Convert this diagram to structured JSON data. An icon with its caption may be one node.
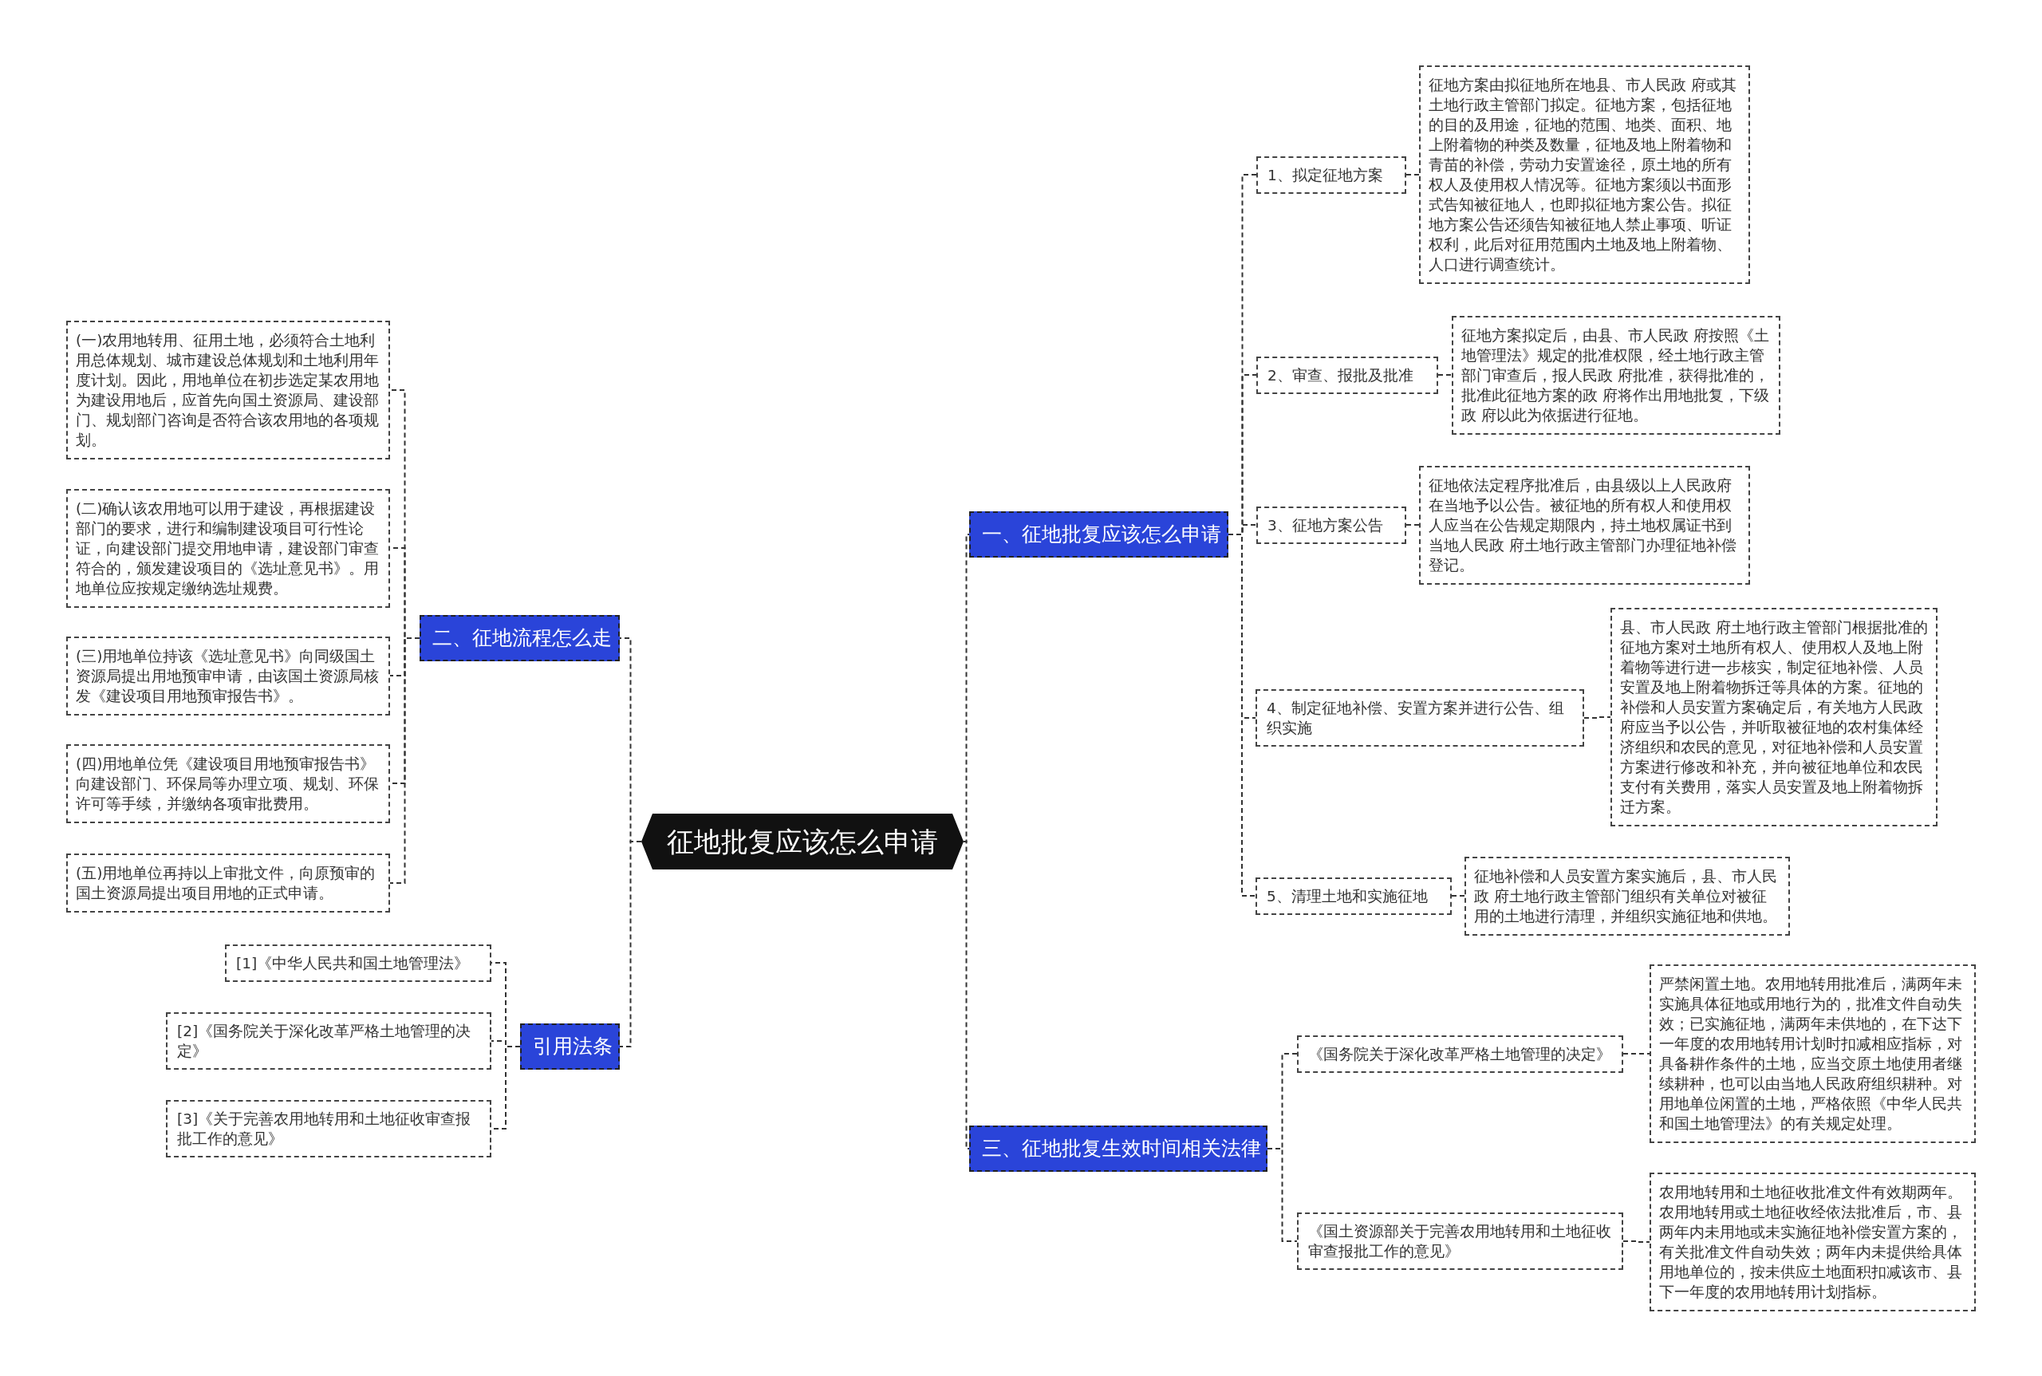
{
  "diagram": {
    "nodes": [
      {
        "text": [
          "征地批复应该怎么申请"
        ]
      },
      {
        "text": [
          "一、征地批复应该怎么申请"
        ]
      },
      {
        "text": [
          "1、拟定征地方案"
        ]
      },
      {
        "text": [
          "征地方案由拟征地所在地县、市人民政 府或其土地行政主管部门拟定。征地方案，包括征地的目的及用途，征地的范围、地类、面积、地上附着物的种类及数量，征地及地上附着物和青苗的补偿，劳动力安置途径，原土地的所有权人及使用权人情况等。征地方案须以书面形式告知被征地人，也即拟征地方案公告。拟征地方案公告还须告知被征地人禁止事项、听证权利，此后对征用范围内土地及地上附着物、人口进行调查统计。"
        ]
      },
      {
        "text": [
          "2、审查、报批及批准"
        ]
      },
      {
        "text": [
          "征地方案拟定后，由县、市人民政 府按照《土地管理法》规定的批准权限，经土地行政主管部门审查后，报人民政 府批准，获得批准的，批准此征地方案的政 府将作出用地批复，下级政 府以此为依据进行征地。"
        ]
      },
      {
        "text": [
          "3、征地方案公告"
        ]
      },
      {
        "text": [
          "征地依法定程序批准后，由县级以上人民政府在当地予以公告。被征地的所有权人和使用权人应当在公告规定期限内，持土地权属证书到当地人民政 府土地行政主管部门办理征地补偿登记。"
        ]
      },
      {
        "text": [
          "4、制定征地补偿、安置方案并进行公告、组织实施"
        ]
      },
      {
        "text": [
          "县、市人民政 府土地行政主管部门根据批准的征地方案对土地所有权人、使用权人及地上附着物等进行进一步核实，制定征地补偿、人员安置及地上附着物拆迁等具体的方案。征地的补偿和人员安置方案确定后，有关地方人民政府应当予以公告，并听取被征地的农村集体经济组织和农民的意见，对征地补偿和人员安置方案进行修改和补充，并向被征地单位和农民支付有关费用，落实人员安置及地上附着物拆迁方案。"
        ]
      },
      {
        "text": [
          "5、清理土地和实施征地"
        ]
      },
      {
        "text": [
          "征地补偿和人员安置方案实施后，县、市人民政 府土地行政主管部门组织有关单位对被征用的土地进行清理，并组织实施征地和供地。"
        ]
      },
      {
        "text": [
          "三、征地批复生效时间相关法律"
        ]
      },
      {
        "text": [
          "《国务院关于深化改革严格土地管理的决定》"
        ]
      },
      {
        "text": [
          "严禁闲置土地。农用地转用批准后，满两年未实施具体征地或用地行为的，批准文件自动失效；已实施征地，满两年未供地的，在下达下一年度的农用地转用计划时扣减相应指标，对具备耕作条件的土地，应当交原土地使用者继续耕种，也可以由当地人民政府组织耕种。对用地单位闲置的土地，严格依照《中华人民共和国土地管理法》的有关规定处理。"
        ]
      },
      {
        "text": [
          "《国土资源部关于完善农用地转用和土地征收审查报批工作的意见》"
        ]
      },
      {
        "text": [
          "农用地转用和土地征收批准文件有效期两年。农用地转用或土地征收经依法批准后，市、县两年内未用地或未实施征地补偿安置方案的，有关批准文件自动失效；两年内未提供给具体用地单位的，按未供应土地面积扣减该市、县下一年度的农用地转用计划指标。"
        ]
      },
      {
        "text": [
          "二、征地流程怎么走"
        ]
      },
      {
        "text": [
          "(一)农用地转用、征用土地，必须符合土地利用总体规划、城市建设总体规划和土地利用年度计划。因此，用地单位在初步选定某农用地为建设用地后，应首先向国土资源局、建设部门、规划部门咨询是否符合该农用地的各项规划。"
        ]
      },
      {
        "text": [
          "(二)确认该农用地可以用于建设，再根据建设部门的要求，进行和编制建设项目可行性论证，向建设部门提交用地申请，建设部门审查符合的，颁发建设项目的《选址意见书》。用地单位应按规定缴纳选址规费。"
        ]
      },
      {
        "text": [
          "(三)用地单位持该《选址意见书》向同级国土资源局提出用地预审申请，由该国土资源局核发《建设项目用地预审报告书》。"
        ]
      },
      {
        "text": [
          "(四)用地单位凭《建设项目用地预审报告书》向建设部门、环保局等办理立项、规划、环保许可等手续，并缴纳各项审批费用。"
        ]
      },
      {
        "text": [
          "(五)用地单位再持以上审批文件，向原预审的国土资源局提出项目用地的正式申请。"
        ]
      },
      {
        "text": [
          "引用法条"
        ]
      },
      {
        "text": [
          "[1]《中华人民共和国土地管理法》"
        ]
      },
      {
        "text": [
          "[2]《国务院关于深化改革严格土地管理的决定》"
        ]
      },
      {
        "text": [
          "[3]《关于完善农用地转用和土地征收审查报批工作的意见》"
        ]
      }
    ],
    "edges": [
      {
        "from": 0,
        "to": 1,
        "arrow": "none"
      },
      {
        "from": 1,
        "to": 2,
        "arrow": "none"
      },
      {
        "from": 2,
        "to": 3,
        "arrow": "none"
      },
      {
        "from": 1,
        "to": 4,
        "arrow": "none"
      },
      {
        "from": 4,
        "to": 5,
        "arrow": "none"
      },
      {
        "from": 1,
        "to": 6,
        "arrow": "none"
      },
      {
        "from": 6,
        "to": 7,
        "arrow": "none"
      },
      {
        "from": 1,
        "to": 8,
        "arrow": "none"
      },
      {
        "from": 8,
        "to": 9,
        "arrow": "none"
      },
      {
        "from": 1,
        "to": 10,
        "arrow": "none"
      },
      {
        "from": 10,
        "to": 11,
        "arrow": "none"
      },
      {
        "from": 0,
        "to": 12,
        "arrow": "none"
      },
      {
        "from": 12,
        "to": 13,
        "arrow": "none"
      },
      {
        "from": 13,
        "to": 14,
        "arrow": "none"
      },
      {
        "from": 12,
        "to": 15,
        "arrow": "none"
      },
      {
        "from": 15,
        "to": 16,
        "arrow": "none"
      },
      {
        "from": 0,
        "to": 17,
        "arrow": "none"
      },
      {
        "from": 17,
        "to": 18,
        "arrow": "none"
      },
      {
        "from": 17,
        "to": 19,
        "arrow": "none"
      },
      {
        "from": 17,
        "to": 20,
        "arrow": "none"
      },
      {
        "from": 17,
        "to": 21,
        "arrow": "none"
      },
      {
        "from": 17,
        "to": 22,
        "arrow": "none"
      },
      {
        "from": 0,
        "to": 23,
        "arrow": "none"
      },
      {
        "from": 23,
        "to": 24,
        "arrow": "none"
      },
      {
        "from": 23,
        "to": 25,
        "arrow": "none"
      },
      {
        "from": 23,
        "to": 26,
        "arrow": "none"
      }
    ]
  }
}
